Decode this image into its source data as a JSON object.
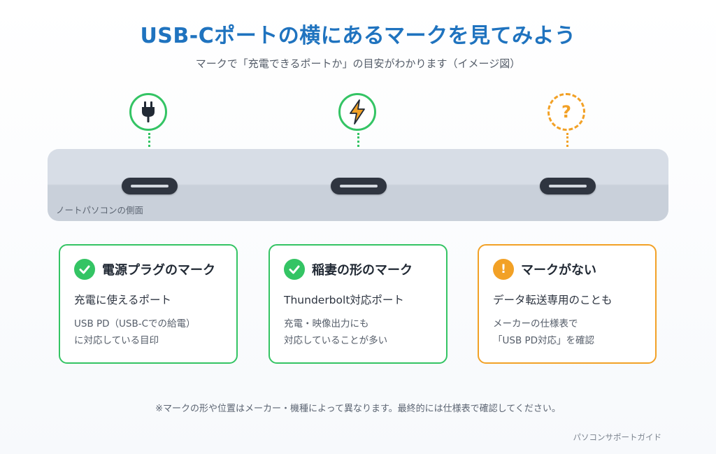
{
  "header": {
    "title": "USB-Cポートの横にあるマークを見てみよう",
    "subtitle": "マークで「充電できるポートか」の目安がわかります（イメージ図）"
  },
  "laptop": {
    "label": "ノートパソコンの側面"
  },
  "marks": [
    {
      "icon": "plug-icon",
      "color": "#34c464"
    },
    {
      "icon": "lightning-icon",
      "color": "#f2a126"
    },
    {
      "icon": "question-icon",
      "symbol": "?",
      "color": "#f2a126"
    }
  ],
  "cards": [
    {
      "title": "電源プラグのマーク",
      "lead": "充電に使えるポート",
      "desc": [
        "USB PD（USB-Cでの給電）",
        "に対応している目印"
      ],
      "badge": "check-icon"
    },
    {
      "title": "稲妻の形のマーク",
      "lead": "Thunderbolt対応ポート",
      "desc": [
        "充電・映像出力にも",
        "対応していることが多い"
      ],
      "badge": "check-icon"
    },
    {
      "title": "マークがない",
      "lead": "データ転送専用のことも",
      "desc": [
        "メーカーの仕様表で",
        "「USB PD対応」を確認"
      ],
      "badge": "exclamation-icon",
      "badge_symbol": "!"
    }
  ],
  "footnote": "※マークの形や位置はメーカー・機種によって異なります。最終的には仕様表で確認してください。",
  "brand": "パソコンサポートガイド",
  "colors": {
    "accent_blue": "#1f73bf",
    "ok_green": "#34c464",
    "warn_orange": "#f2a126"
  }
}
